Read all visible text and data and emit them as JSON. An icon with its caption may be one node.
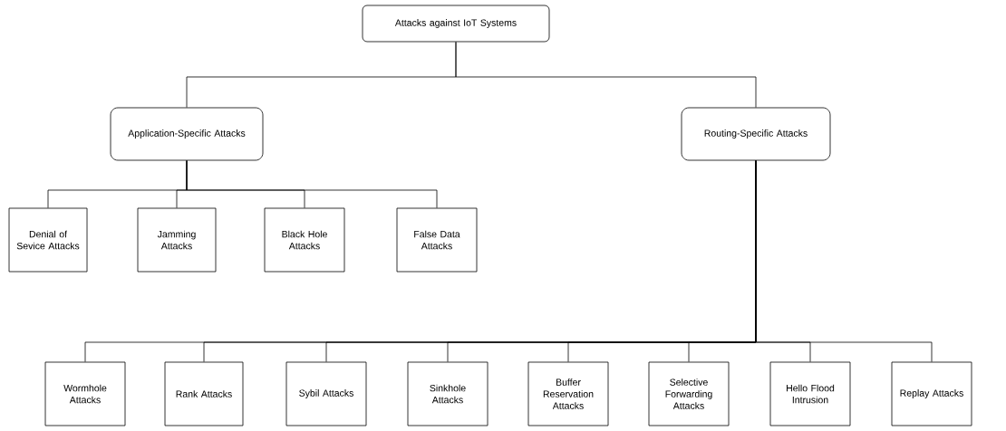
{
  "diagram": {
    "nodes": [
      {
        "text": [
          "Attacks against IoT Systems"
        ]
      },
      {
        "text": [
          "Application-Specific Attacks"
        ]
      },
      {
        "text": [
          "Routing-Specific Attacks"
        ]
      },
      {
        "text": [
          "Denial of Sevice Attacks"
        ]
      },
      {
        "text": [
          "Jamming Attacks"
        ]
      },
      {
        "text": [
          "Black Hole Attacks"
        ]
      },
      {
        "text": [
          "False Data Attacks"
        ]
      },
      {
        "text": [
          "Wormhole Attacks"
        ]
      },
      {
        "text": [
          "Rank Attacks"
        ]
      },
      {
        "text": [
          "Sybil Attacks"
        ]
      },
      {
        "text": [
          "Sinkhole Attacks"
        ]
      },
      {
        "text": [
          "Buffer Reservation Attacks"
        ]
      },
      {
        "text": [
          "Selective Forwarding Attacks"
        ]
      },
      {
        "text": [
          "Hello Flood Intrusion"
        ]
      },
      {
        "text": [
          "Replay Attacks"
        ]
      }
    ],
    "edges": [
      {
        "from": 0,
        "to": 1,
        "arrow": "none"
      },
      {
        "from": 0,
        "to": 2,
        "arrow": "none"
      },
      {
        "from": 1,
        "to": 3,
        "arrow": "none"
      },
      {
        "from": 1,
        "to": 4,
        "arrow": "none"
      },
      {
        "from": 1,
        "to": 5,
        "arrow": "none"
      },
      {
        "from": 1,
        "to": 6,
        "arrow": "none"
      },
      {
        "from": 2,
        "to": 7,
        "arrow": "none"
      },
      {
        "from": 2,
        "to": 8,
        "arrow": "none"
      },
      {
        "from": 2,
        "to": 9,
        "arrow": "none"
      },
      {
        "from": 2,
        "to": 10,
        "arrow": "none"
      },
      {
        "from": 2,
        "to": 11,
        "arrow": "none"
      },
      {
        "from": 2,
        "to": 12,
        "arrow": "none"
      },
      {
        "from": 2,
        "to": 13,
        "arrow": "none"
      },
      {
        "from": 2,
        "to": 14,
        "arrow": "none"
      }
    ]
  }
}
